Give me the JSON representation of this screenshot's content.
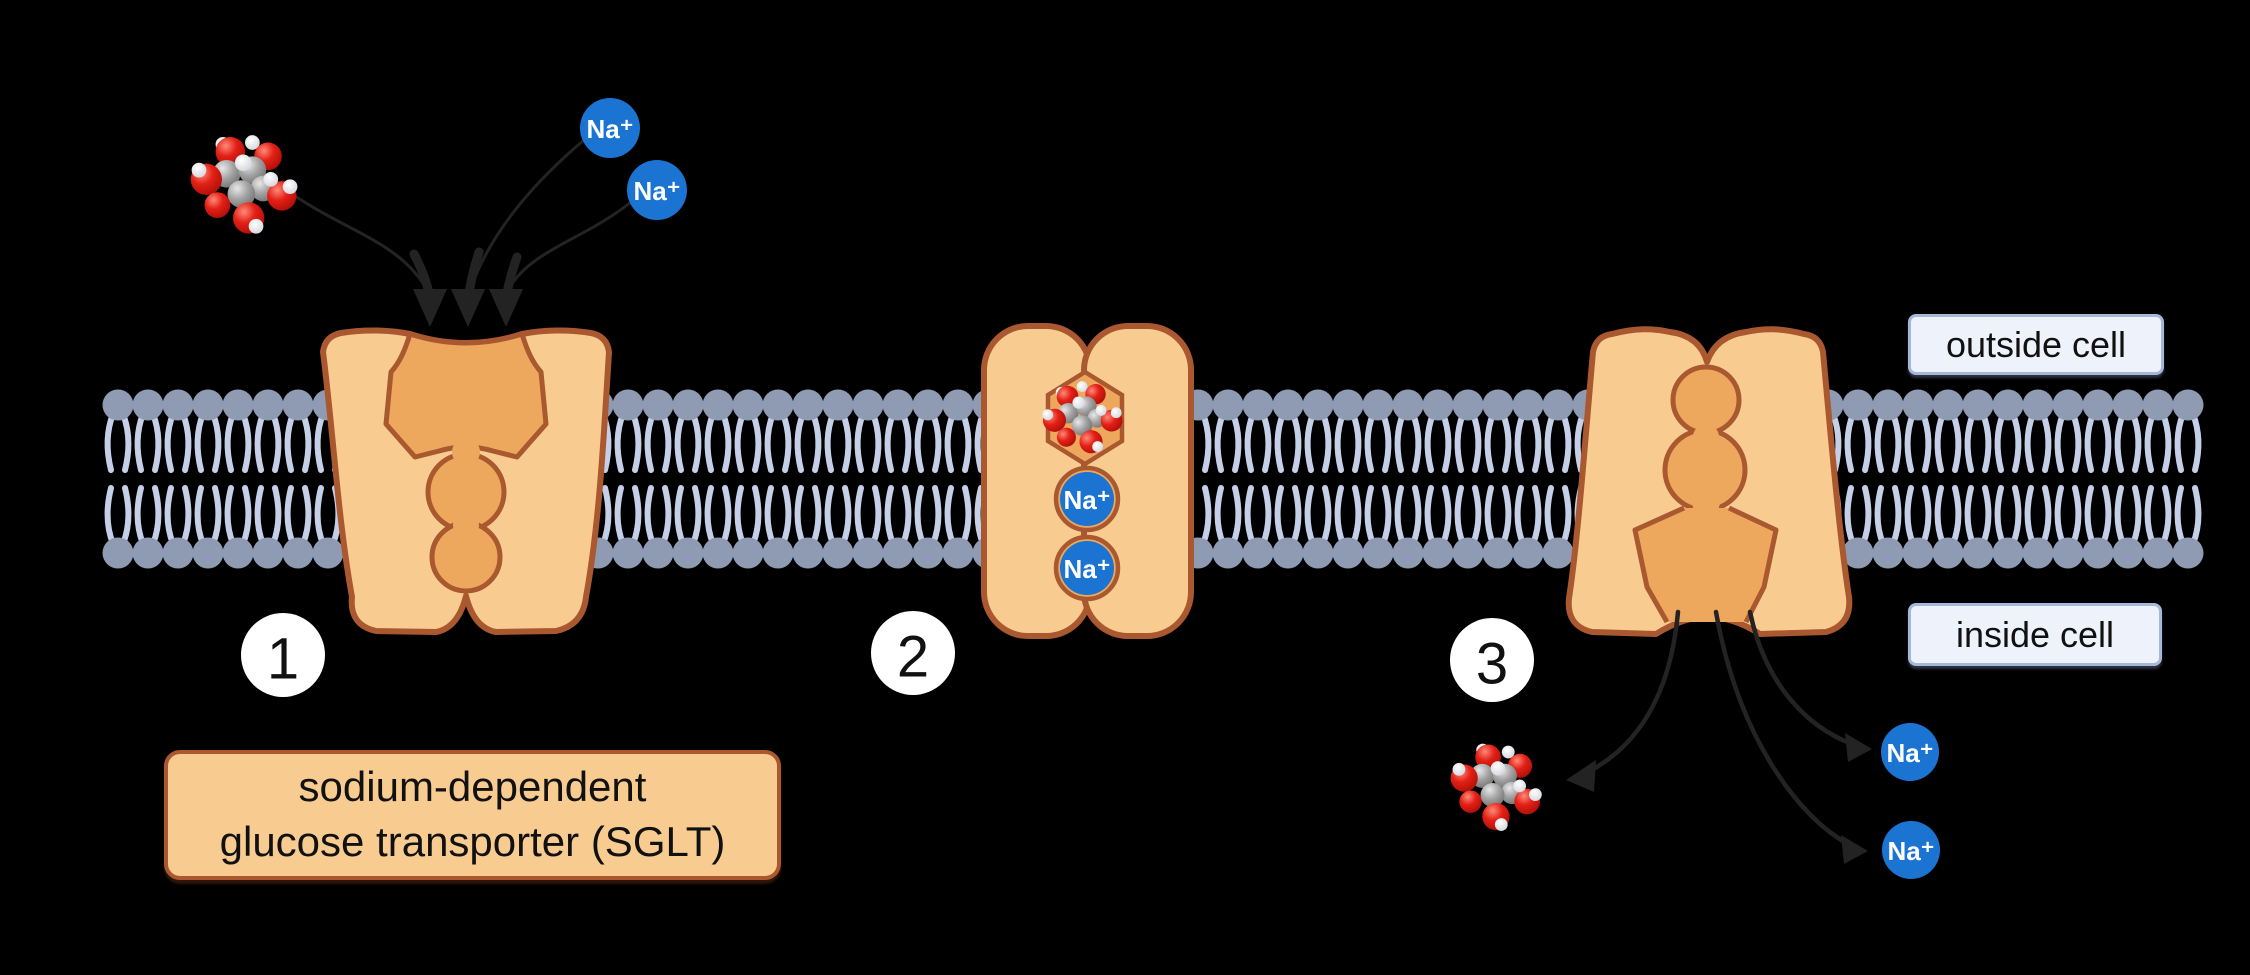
{
  "labels": {
    "outside_cell": "outside cell",
    "inside_cell": "inside cell"
  },
  "caption": {
    "line1": "sodium-dependent",
    "line2": "glucose transporter (SGLT)"
  },
  "steps": [
    {
      "number": "1"
    },
    {
      "number": "2"
    },
    {
      "number": "3"
    }
  ],
  "ion": {
    "label": "Na⁺"
  },
  "icons": {
    "glucose": "glucose-molecule-spacefill",
    "sodium": "sodium-ion",
    "membrane": "phospholipid-bilayer",
    "transporter": "sglt-transporter-protein"
  },
  "colors": {
    "background": "#000000",
    "membrane_head": "#8f9bb3",
    "membrane_tail": "#c5d0e8",
    "protein_fill": "#f8cc90",
    "protein_inner": "#eda85e",
    "protein_stroke": "#a9582f",
    "na_blue": "#1b74d2",
    "arrow": "#232323",
    "label_bg": "#eef2fb",
    "label_border": "#a7b7d9",
    "caption_bg": "#f8cc90",
    "caption_border": "#a9582f",
    "badge_bg": "#ffffff",
    "badge_text": "#111111",
    "text": "#111111",
    "atom_red": "#d81f1a",
    "atom_gray": "#9a9a9a",
    "atom_white": "#f5f5f5"
  }
}
